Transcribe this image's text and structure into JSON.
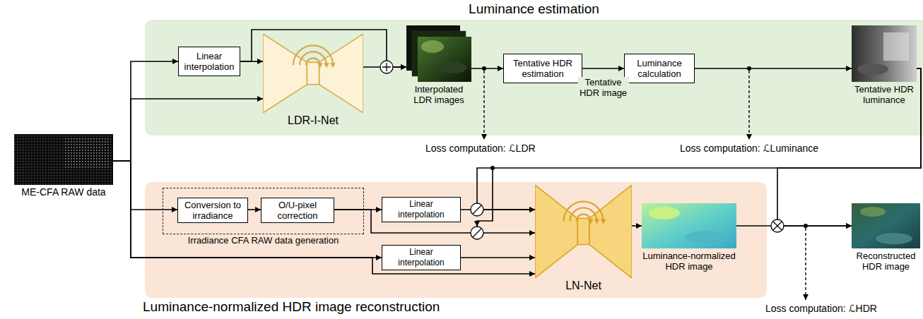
{
  "diagram": {
    "nodes": [
      {
        "text": [
          "ME-CFA RAW data"
        ]
      },
      {
        "text": [
          "Luminance estimation"
        ]
      },
      {
        "text": [
          "Linear interpolation"
        ],
        "in": 1
      },
      {
        "text": [
          "LDR-I-Net"
        ],
        "in": 1
      },
      {
        "text": [
          "Interpolated LDR images"
        ],
        "in": 1
      },
      {
        "text": [
          "Tentative HDR estimation"
        ],
        "in": 1
      },
      {
        "text": [
          "Luminance calculation"
        ],
        "in": 1
      },
      {
        "text": [
          "Tentative HDR luminance"
        ],
        "in": 1
      },
      {
        "text": [
          "Luminance-normalized HDR image reconstruction"
        ]
      },
      {
        "text": [
          "Irradiance CFA RAW data generation"
        ],
        "in": 8
      },
      {
        "text": [
          "Conversion to irradiance"
        ],
        "in": 9
      },
      {
        "text": [
          "O/U-pixel correction"
        ],
        "in": 9
      },
      {
        "text": [
          "Linear interpolation"
        ],
        "in": 8
      },
      {
        "text": [
          "Linear interpolation"
        ],
        "in": 8
      },
      {
        "text": [
          "LN-Net"
        ],
        "in": 8
      },
      {
        "text": [
          "Luminance-normalized HDR image"
        ],
        "in": 8
      },
      {
        "text": [
          "Reconstructed HDR image"
        ]
      }
    ],
    "edges": [
      {
        "from": 0,
        "to": 2,
        "arrow": "to"
      },
      {
        "from": 0,
        "to": 3,
        "arrow": "to"
      },
      {
        "from": 2,
        "to": 3,
        "arrow": "to"
      },
      {
        "from": 2,
        "to": 4,
        "arrow": "to"
      },
      {
        "from": 3,
        "to": 4,
        "arrow": "to"
      },
      {
        "from": 4,
        "to": 5,
        "arrow": "to"
      },
      {
        "from": 5,
        "to": 6,
        "label": "Tentative HDR image",
        "arrow": "to"
      },
      {
        "from": 6,
        "to": 7,
        "arrow": "to"
      },
      {
        "from": 7,
        "to": 14,
        "arrow": "to"
      },
      {
        "from": 7,
        "to": 16,
        "arrow": "to"
      },
      {
        "from": 0,
        "to": 10,
        "arrow": "to"
      },
      {
        "from": 10,
        "to": 11,
        "arrow": "to"
      },
      {
        "from": 11,
        "to": 12,
        "arrow": "to"
      },
      {
        "from": 11,
        "to": 14,
        "arrow": "to"
      },
      {
        "from": 12,
        "to": 14,
        "arrow": "to"
      },
      {
        "from": 0,
        "to": 13,
        "arrow": "to"
      },
      {
        "from": 0,
        "to": 14,
        "arrow": "to"
      },
      {
        "from": 13,
        "to": 14,
        "arrow": "to"
      },
      {
        "from": 14,
        "to": 15,
        "arrow": "to"
      },
      {
        "from": 15,
        "to": 16,
        "arrow": "to"
      }
    ],
    "labels": [
      "Loss computation: ℒLDR",
      "Loss computation: ℒLuminance",
      "Loss computation: ℒHDR"
    ]
  }
}
